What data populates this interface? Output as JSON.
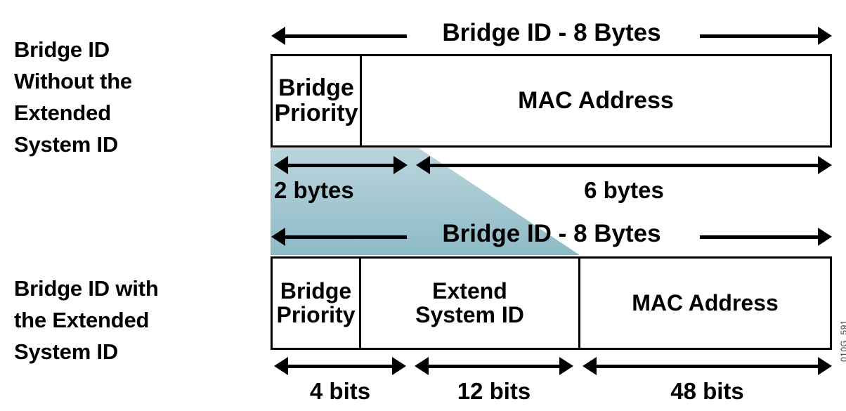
{
  "diagram": {
    "title_top_left": "Bridge ID\nWithout the\nExtended\nSystem ID",
    "title_bottom_left": "Bridge ID with\nthe Extended\nSystem ID",
    "watermark": "010G_591",
    "accent_color": "#a7c9d3",
    "line_color": "#000000",
    "background_color": "#ffffff"
  },
  "top": {
    "span_label": "Bridge ID - 8 Bytes",
    "fields": [
      {
        "label": "Bridge\nPriority",
        "size_label": "2 bytes"
      },
      {
        "label": "MAC Address",
        "size_label": "6 bytes"
      }
    ]
  },
  "bottom": {
    "span_label": "Bridge ID - 8 Bytes",
    "fields": [
      {
        "label": "Bridge\nPriority",
        "size_label": "4 bits"
      },
      {
        "label": "Extend\nSystem ID",
        "size_label": "12 bits"
      },
      {
        "label": "MAC Address",
        "size_label": "48 bits"
      }
    ]
  }
}
